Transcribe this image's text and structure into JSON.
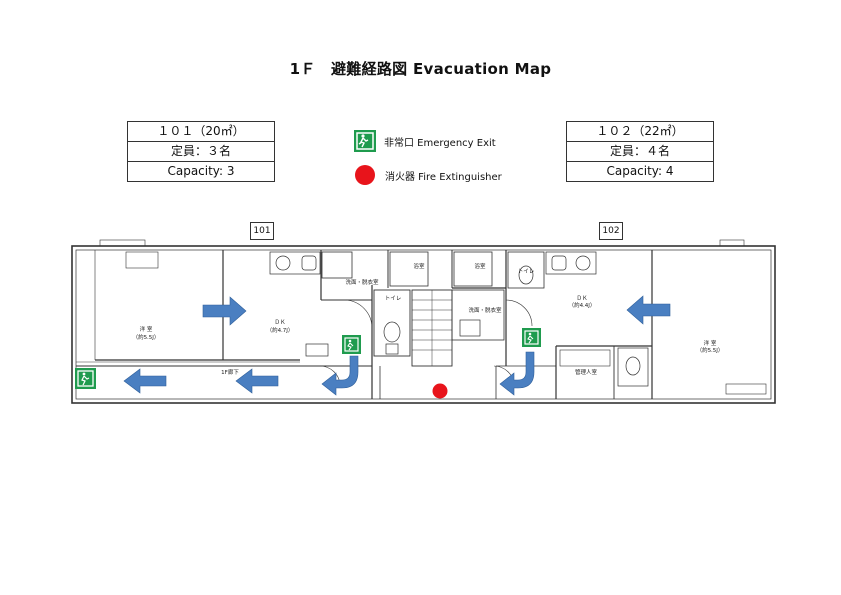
{
  "title": "1Ｆ　避難経路図 Evacuation Map",
  "unit_101": {
    "number": "１０１（20㎡）",
    "capacity_jp": "定員：３名",
    "capacity_en": "Capacity: 3",
    "tag": "101"
  },
  "unit_102": {
    "number": "１０２（22㎡）",
    "capacity_jp": "定員：４名",
    "capacity_en": "Capacity: 4",
    "tag": "102"
  },
  "legend": {
    "exit_label": "非常口 Emergency Exit",
    "extinguisher_label": "消火器 Fire Extinguisher",
    "exit_color": "#1f9b4e",
    "extinguisher_color": "#e8141b",
    "arrow_color": "#4a7fc1"
  },
  "plan_labels": {
    "western_room_left": "洋 室",
    "western_room_left_size": "（約5.5J）",
    "dk_left": "ＤＫ",
    "dk_left_size": "（約4.7J）",
    "western_room_right": "洋 室",
    "western_room_right_size": "（約5.5J）",
    "dk_right": "ＤＫ",
    "dk_right_size": "（約4.4J）",
    "corridor": "1F廊下",
    "toilet": "トイレ",
    "toilet_right": "トイレ",
    "washroom_left": "洗面・脱衣室",
    "washroom_right": "洗面・脱衣室",
    "bath_left": "浴室",
    "bath_right": "浴室",
    "management": "管理人室"
  }
}
